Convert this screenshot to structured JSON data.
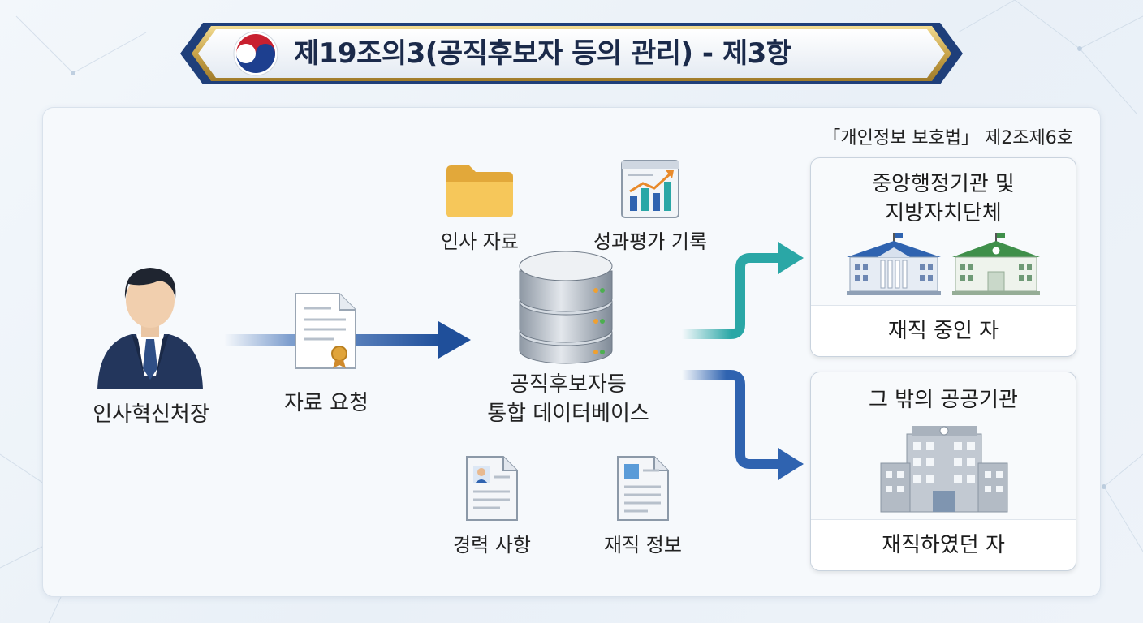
{
  "title": "제19조의3(공직후보자 등의 관리) - 제3항",
  "emblem_icon": "taegeuk-emblem-icon",
  "actor": {
    "label": "인사혁신처장",
    "icon": "official-person-icon"
  },
  "request": {
    "label": "자료 요청",
    "icon": "certificate-document-icon"
  },
  "database": {
    "label_line1": "공직후보자등",
    "label_line2": "통합 데이터베이스",
    "icon": "database-server-icon"
  },
  "data_sources": [
    {
      "label": "인사 자료",
      "icon": "folder-icon"
    },
    {
      "label": "성과평가 기록",
      "icon": "growth-chart-icon"
    },
    {
      "label": "경력 사항",
      "icon": "resume-document-icon"
    },
    {
      "label": "재직 정보",
      "icon": "employment-document-icon"
    }
  ],
  "law_reference": "「개인정보 보호법」 제2조제6호",
  "targets": [
    {
      "heading_line1": "중앙행정기관 및",
      "heading_line2": "지방자치단체",
      "footer": "재직 중인 자",
      "icon": "government-buildings-icon"
    },
    {
      "heading": "그 밖의 공공기관",
      "footer": "재직하였던 자",
      "icon": "public-building-icon"
    }
  ],
  "colors": {
    "navy": "#1f3f7a",
    "teal": "#2aa7a6",
    "blue": "#2f63b0",
    "gold": "#c9a44a"
  }
}
